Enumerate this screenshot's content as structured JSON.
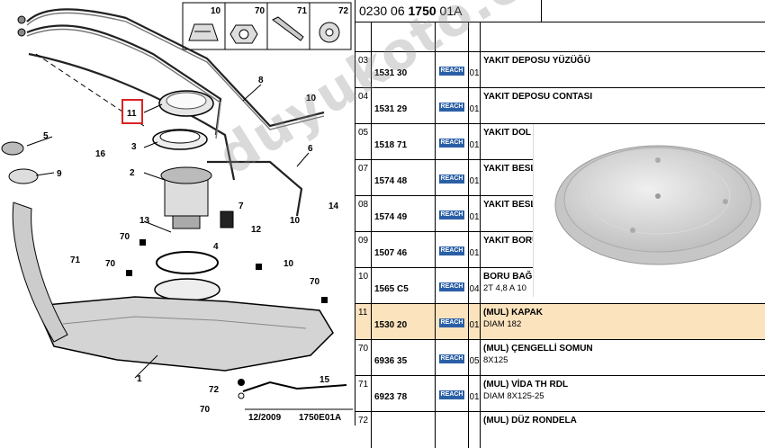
{
  "header": {
    "code_prefix": "0230 06 ",
    "code_bold": "1750",
    "code_suffix": " 01A"
  },
  "diagram": {
    "legend_items": [
      "10",
      "70",
      "71",
      "72"
    ],
    "callouts": [
      "2",
      "3",
      "4",
      "5",
      "6",
      "7",
      "8",
      "9",
      "10",
      "11",
      "12",
      "13",
      "14",
      "15",
      "16",
      "70",
      "71",
      "72",
      "1"
    ],
    "highlighted_callout": "11",
    "footer_date": "12/2009",
    "footer_code": "1750E01A"
  },
  "reach_label": "REACH",
  "parts": [
    {
      "item": "03",
      "ref": "1531 30",
      "qty": "01",
      "desc1": "YAKIT DEPOSU YÜZÜĞÜ",
      "desc2": ""
    },
    {
      "item": "04",
      "ref": "1531 29",
      "qty": "01",
      "desc1": "YAKIT DEPOSU CONTASI",
      "desc2": ""
    },
    {
      "item": "05",
      "ref": "1518 71",
      "qty": "01",
      "desc1": "YAKIT DOL",
      "desc2": ""
    },
    {
      "item": "07",
      "ref": "1574 48",
      "qty": "01",
      "desc1": "YAKIT BESL",
      "desc2": ""
    },
    {
      "item": "08",
      "ref": "1574 49",
      "qty": "01",
      "desc1": "YAKIT BESL",
      "desc2": ""
    },
    {
      "item": "09",
      "ref": "1507 46",
      "qty": "01",
      "desc1": "YAKIT BORU",
      "desc2": ""
    },
    {
      "item": "10",
      "ref": "1565 C5",
      "qty": "04",
      "desc1": "BORU BAĞL",
      "desc2": "2T 4,8 A 10"
    },
    {
      "item": "11",
      "ref": "1530 20",
      "qty": "01",
      "desc1": "(MUL) KAPAK",
      "desc2": "DIAM 182",
      "highlight": true
    },
    {
      "item": "70",
      "ref": "6936 35",
      "qty": "05",
      "desc1": "(MUL) ÇENGELLİ SOMUN",
      "desc2": "8X125"
    },
    {
      "item": "71",
      "ref": "6923 78",
      "qty": "01",
      "desc1": "(MUL) VİDA TH RDL",
      "desc2": "DIAM 8X125-25"
    },
    {
      "item": "72",
      "ref": "",
      "qty": "",
      "desc1": "(MUL) DÜZ RONDELA",
      "desc2": ""
    }
  ],
  "watermark": "duyukoto.com"
}
